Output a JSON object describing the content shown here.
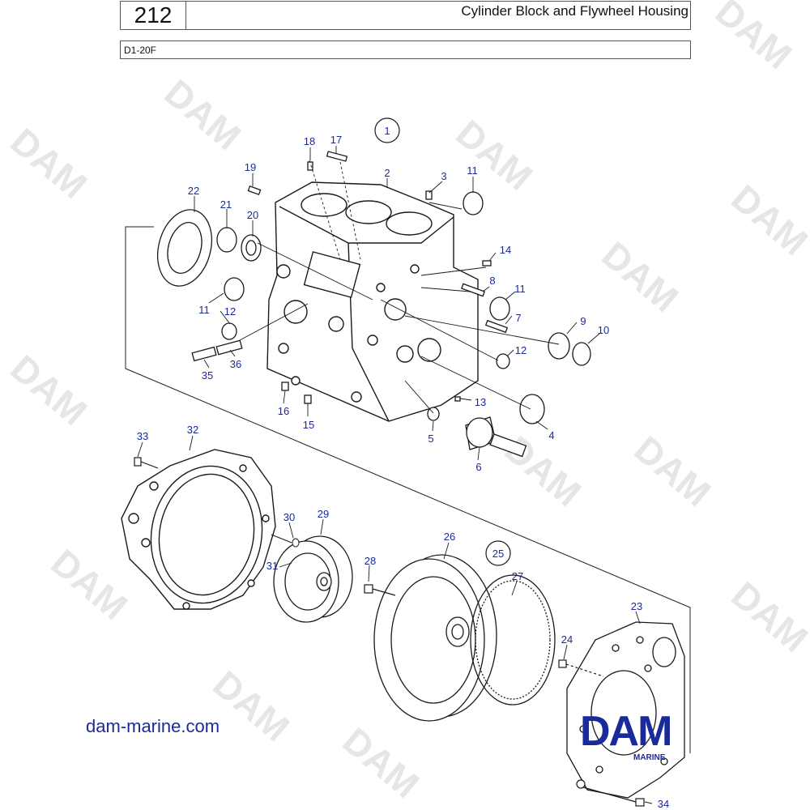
{
  "header": {
    "page_number": "212",
    "title": "Cylinder Block and Flywheel Housing",
    "model": "D1-20F"
  },
  "watermark": "DAM",
  "website": "dam-marine.com",
  "logo": {
    "main": "DAM",
    "sub": "MARINE"
  },
  "group_labels": {
    "block": "1",
    "flywheel": "25"
  },
  "part_labels": {
    "p2": "2",
    "p3": "3",
    "p4": "4",
    "p5": "5",
    "p6": "6",
    "p7": "7",
    "p8": "8",
    "p9": "9",
    "p10": "10",
    "p11a": "11",
    "p11b": "11",
    "p11c": "11",
    "p12a": "12",
    "p12b": "12",
    "p13": "13",
    "p14": "14",
    "p15": "15",
    "p16": "16",
    "p17": "17",
    "p18": "18",
    "p19": "19",
    "p20": "20",
    "p21": "21",
    "p22": "22",
    "p23": "23",
    "p24": "24",
    "p26": "26",
    "p27": "27",
    "p28": "28",
    "p29": "29",
    "p30": "30",
    "p31": "31",
    "p32": "32",
    "p33": "33",
    "p34": "34",
    "p35": "35",
    "p36": "36"
  },
  "colors": {
    "label": "#1a2a9a",
    "line": "#1a1a1a",
    "watermark": "#e6e6e6"
  }
}
